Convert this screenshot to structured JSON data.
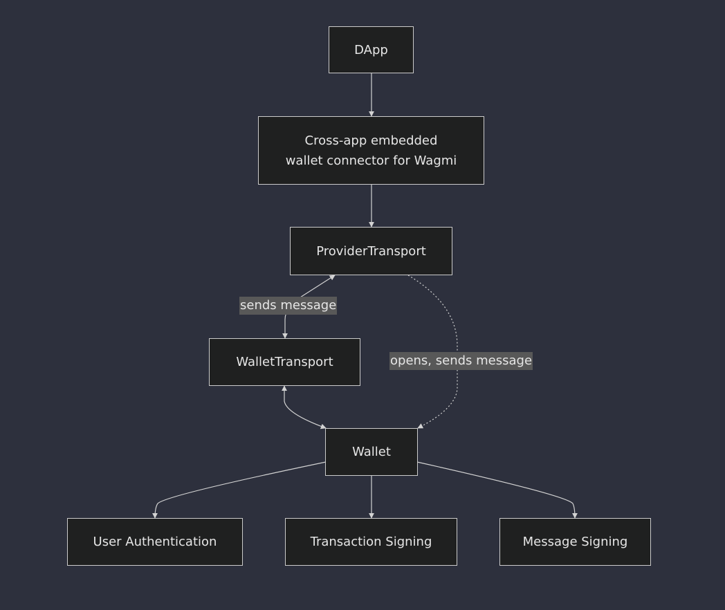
{
  "diagram": {
    "nodes": {
      "dapp": "DApp",
      "connector": "Cross-app embedded\nwallet connector for Wagmi",
      "provider_transport": "ProviderTransport",
      "wallet_transport": "WalletTransport",
      "wallet": "Wallet",
      "user_auth": "User Authentication",
      "tx_signing": "Transaction Signing",
      "msg_signing": "Message Signing"
    },
    "edge_labels": {
      "sends_message": "sends message",
      "opens_sends_message": "opens, sends message"
    },
    "colors": {
      "background": "#2d303d",
      "node_fill": "#1f2020",
      "node_border": "#cccccc",
      "edge": "#d3d3d3",
      "label_bg": "#585858",
      "text": "#e6e6e6"
    }
  }
}
